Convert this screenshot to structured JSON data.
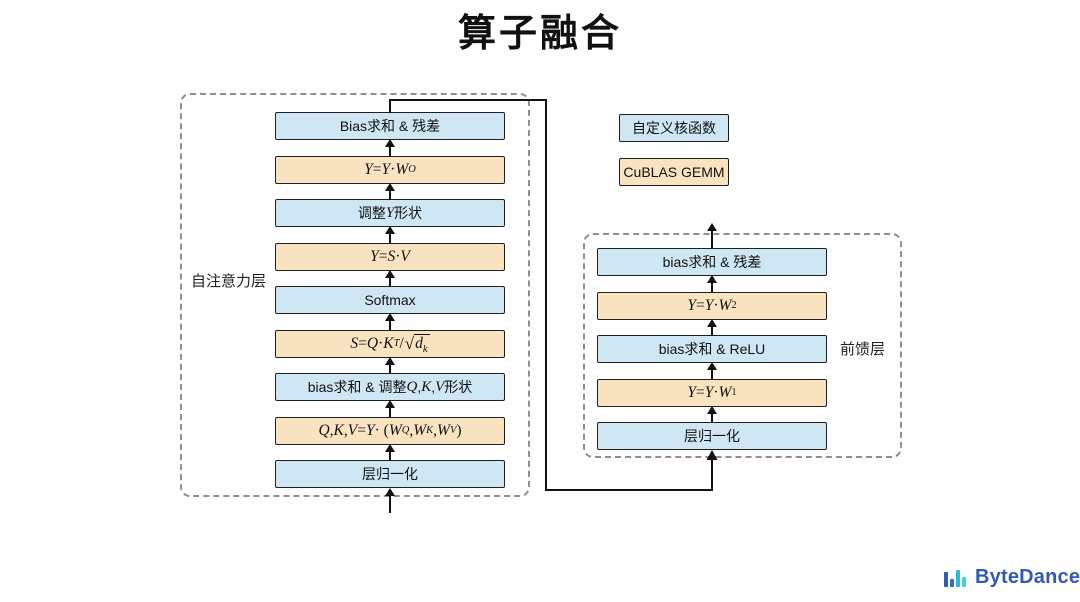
{
  "title": "算子融合",
  "colors": {
    "custom_kernel_fill": "#cfe7f4",
    "cublas_gemm_fill": "#fae3c1",
    "box_border": "#1f1f1f",
    "dashed_border": "#8f8f8f",
    "brand_blue": "#325ab4",
    "brand_teal": "#27bdd6"
  },
  "legend": {
    "items": [
      {
        "label": "自定义核函数",
        "type": "blue"
      },
      {
        "label": "CuBLAS GEMM",
        "type": "orange"
      }
    ]
  },
  "attention_block": {
    "label": "自注意力层",
    "boxes_top_to_bottom": [
      {
        "text": "Bias求和 & 残差",
        "type": "blue"
      },
      {
        "text": "Y = Y · W_(O)",
        "type": "orange"
      },
      {
        "text": "调整 Y 形状",
        "type": "blue"
      },
      {
        "text": "Y = S · V",
        "type": "orange"
      },
      {
        "text": "Softmax",
        "type": "blue"
      },
      {
        "text": "S = Q · K^(T)/√{d_(k)}",
        "type": "orange"
      },
      {
        "text": "bias求和 & 调整 Q, K, V 形状",
        "type": "blue"
      },
      {
        "text": "Q, K, V = Y · (W_(Q), W_(K), W_(V))",
        "type": "orange"
      },
      {
        "text": "层归一化",
        "type": "blue"
      }
    ]
  },
  "ffn_block": {
    "label": "前馈层",
    "boxes_top_to_bottom": [
      {
        "text": "bias求和 & 残差",
        "type": "blue"
      },
      {
        "text": "Y = Y · W_(2)",
        "type": "orange"
      },
      {
        "text": "bias求和 & ReLU",
        "type": "blue"
      },
      {
        "text": "Y = Y · W_(1)",
        "type": "orange"
      },
      {
        "text": "层归一化",
        "type": "blue"
      }
    ]
  },
  "brand": {
    "name": "ByteDance"
  }
}
